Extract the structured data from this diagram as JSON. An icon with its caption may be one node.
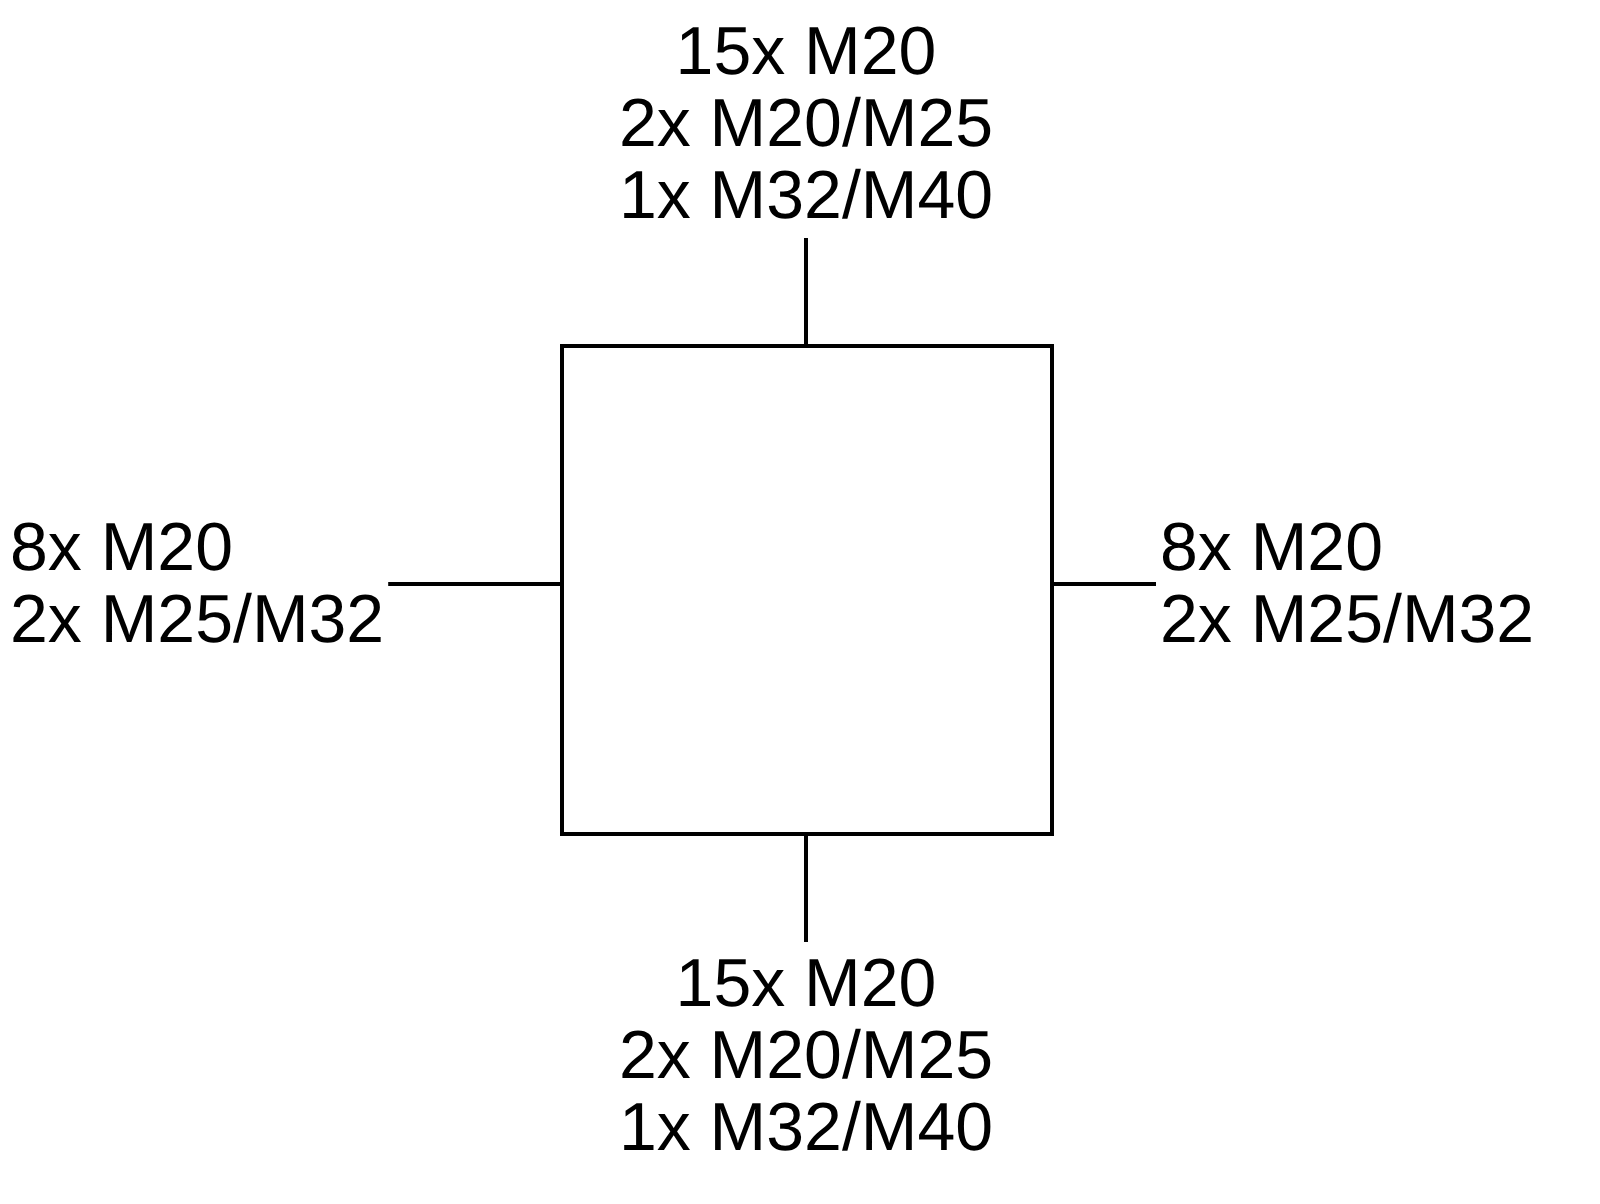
{
  "diagram": {
    "nodes": [
      {
        "text": [],
        "shape": "box"
      },
      {
        "text": [
          "15x M20",
          "2x M20/M25",
          "1x M32/M40"
        ]
      },
      {
        "text": [
          "8x M20",
          "2x M25/M32"
        ]
      },
      {
        "text": [
          "8x M20",
          "2x M25/M32"
        ]
      },
      {
        "text": [
          "15x M20",
          "2x M20/M25",
          "1x M32/M40"
        ]
      }
    ],
    "edges": [
      {
        "from": 1,
        "to": 0,
        "arrow": "none"
      },
      {
        "from": 2,
        "to": 0,
        "arrow": "none"
      },
      {
        "from": 3,
        "to": 0,
        "arrow": "none"
      },
      {
        "from": 4,
        "to": 0,
        "arrow": "none"
      }
    ]
  }
}
